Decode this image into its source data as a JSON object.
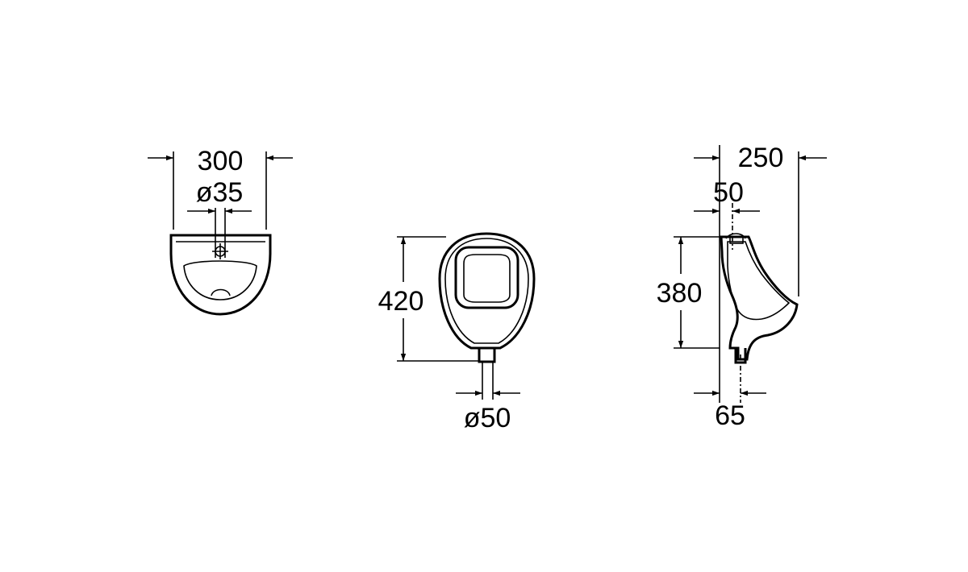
{
  "top_view": {
    "width_label": "300",
    "inlet_label": "ø35"
  },
  "front_view": {
    "height_label": "420",
    "outlet_label": "ø50"
  },
  "side_view": {
    "depth_label": "250",
    "inlet_offset_label": "50",
    "height_label": "380",
    "outlet_offset_label": "65"
  }
}
